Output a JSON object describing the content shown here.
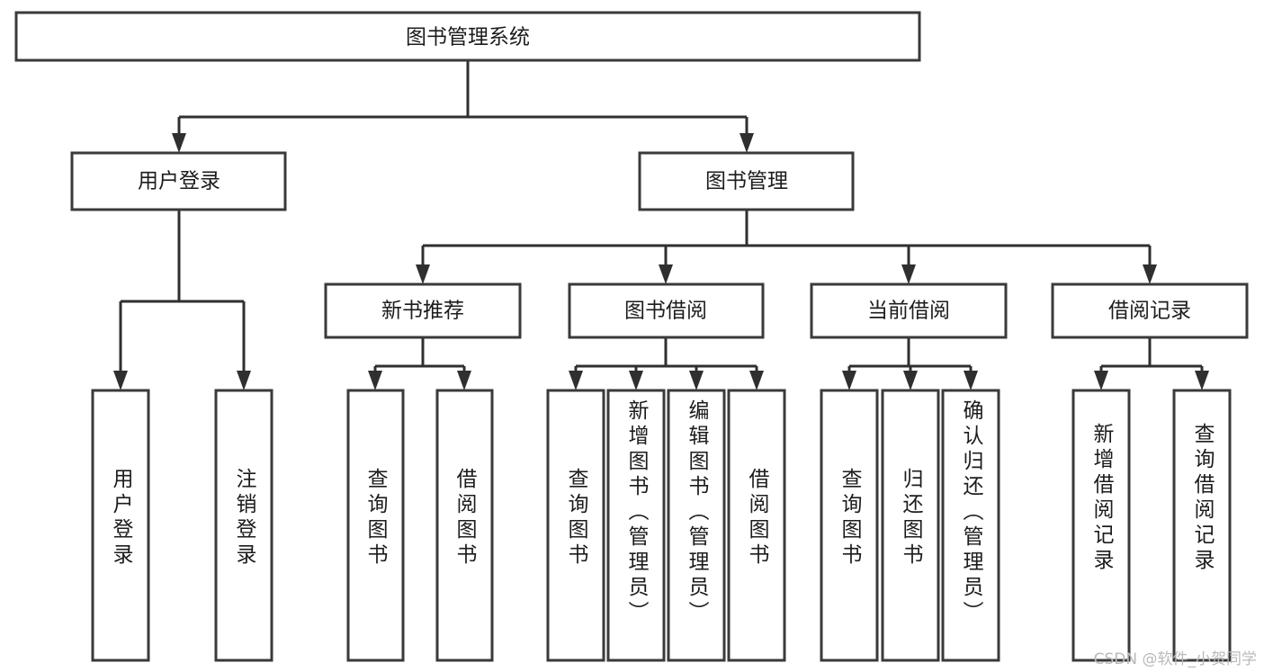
{
  "diagram": {
    "type": "tree-hierarchy",
    "orientation": "top-down",
    "title": "图书管理系统",
    "root": {
      "id": "root",
      "label": "图书管理系统",
      "text_orientation": "horizontal"
    },
    "level2": [
      {
        "id": "user-login",
        "label": "用户登录",
        "text_orientation": "horizontal"
      },
      {
        "id": "book-management",
        "label": "图书管理",
        "text_orientation": "horizontal"
      }
    ],
    "level3": [
      {
        "id": "new-book-recommend",
        "label": "新书推荐",
        "text_orientation": "horizontal",
        "parent": "book-management"
      },
      {
        "id": "book-borrow",
        "label": "图书借阅",
        "text_orientation": "horizontal",
        "parent": "book-management"
      },
      {
        "id": "current-borrow",
        "label": "当前借阅",
        "text_orientation": "horizontal",
        "parent": "book-management"
      },
      {
        "id": "borrow-record",
        "label": "借阅记录",
        "text_orientation": "horizontal",
        "parent": "book-management"
      }
    ],
    "leaves": [
      {
        "id": "leaf-user-login",
        "label": "用户登录",
        "text_orientation": "vertical",
        "parent": "user-login"
      },
      {
        "id": "leaf-logout-login",
        "label": "注销登录",
        "text_orientation": "vertical",
        "parent": "user-login"
      },
      {
        "id": "leaf-query-book-1",
        "label": "查询图书",
        "text_orientation": "vertical",
        "parent": "new-book-recommend"
      },
      {
        "id": "leaf-borrow-book-1",
        "label": "借阅图书",
        "text_orientation": "vertical",
        "parent": "new-book-recommend"
      },
      {
        "id": "leaf-query-book-2",
        "label": "查询图书",
        "text_orientation": "vertical",
        "parent": "book-borrow"
      },
      {
        "id": "leaf-add-book",
        "label": "新增图书（管理员）",
        "text_orientation": "vertical",
        "parent": "book-borrow"
      },
      {
        "id": "leaf-edit-book",
        "label": "编辑图书（管理员）",
        "text_orientation": "vertical",
        "parent": "book-borrow"
      },
      {
        "id": "leaf-borrow-book-2",
        "label": "借阅图书",
        "text_orientation": "vertical",
        "parent": "book-borrow"
      },
      {
        "id": "leaf-query-book-3",
        "label": "查询图书",
        "text_orientation": "vertical",
        "parent": "current-borrow"
      },
      {
        "id": "leaf-return-book",
        "label": "归还图书",
        "text_orientation": "vertical",
        "parent": "current-borrow"
      },
      {
        "id": "leaf-confirm-return",
        "label": "确认归还（管理员）",
        "text_orientation": "vertical",
        "parent": "current-borrow"
      },
      {
        "id": "leaf-add-borrow-record",
        "label": "新增借阅记录",
        "text_orientation": "vertical",
        "parent": "borrow-record"
      },
      {
        "id": "leaf-query-borrow-record",
        "label": "查询借阅记录",
        "text_orientation": "vertical",
        "parent": "borrow-record"
      }
    ]
  },
  "colors": {
    "background": "#ffffff",
    "box_fill": "#ffffff",
    "box_stroke": "#3a3a3a",
    "connector": "#2f2f2f",
    "text": "#1c1c1c",
    "watermark": "#b9b9b9"
  },
  "watermark": {
    "text": "CSDN @软件_小贺同学"
  }
}
